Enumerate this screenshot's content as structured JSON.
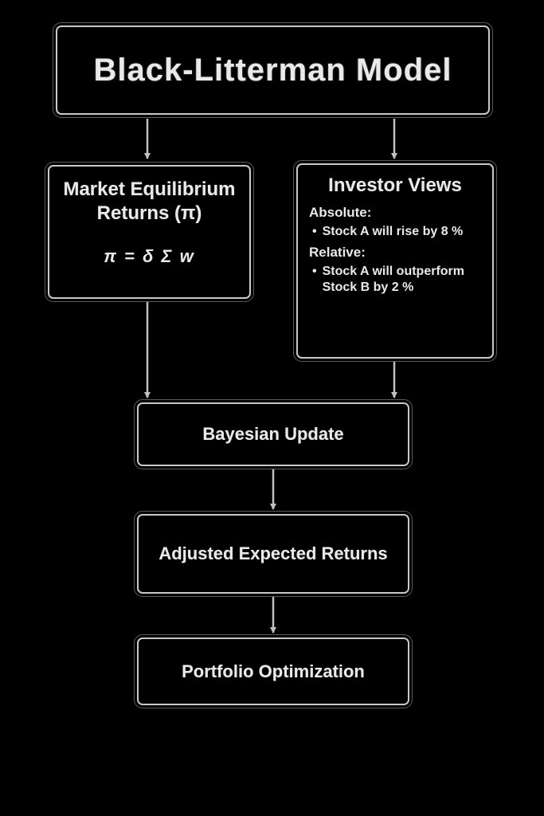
{
  "diagram": {
    "title": "Black-Litterman Model",
    "bullet": "•",
    "nodes": {
      "market_equilibrium": {
        "title": "Market Equilibrium Returns (π)",
        "formula": "π = δ Σ w"
      },
      "investor_views": {
        "title": "Investor Views",
        "absolute_label": "Absolute:",
        "absolute_items": [
          "Stock A will rise by 8 %"
        ],
        "relative_label": "Relative:",
        "relative_items": [
          "Stock A will outperform Stock B by 2 %"
        ]
      },
      "bayesian_update": {
        "title": "Bayesian Update"
      },
      "adjusted_returns": {
        "title": "Adjusted Expected Returns"
      },
      "portfolio_optimization": {
        "title": "Portfolio Optimization"
      }
    },
    "colors": {
      "background": "#000000",
      "box_border": "#c9c9c9",
      "text": "#e9e9e9",
      "arrow": "#c0c0c0"
    }
  }
}
